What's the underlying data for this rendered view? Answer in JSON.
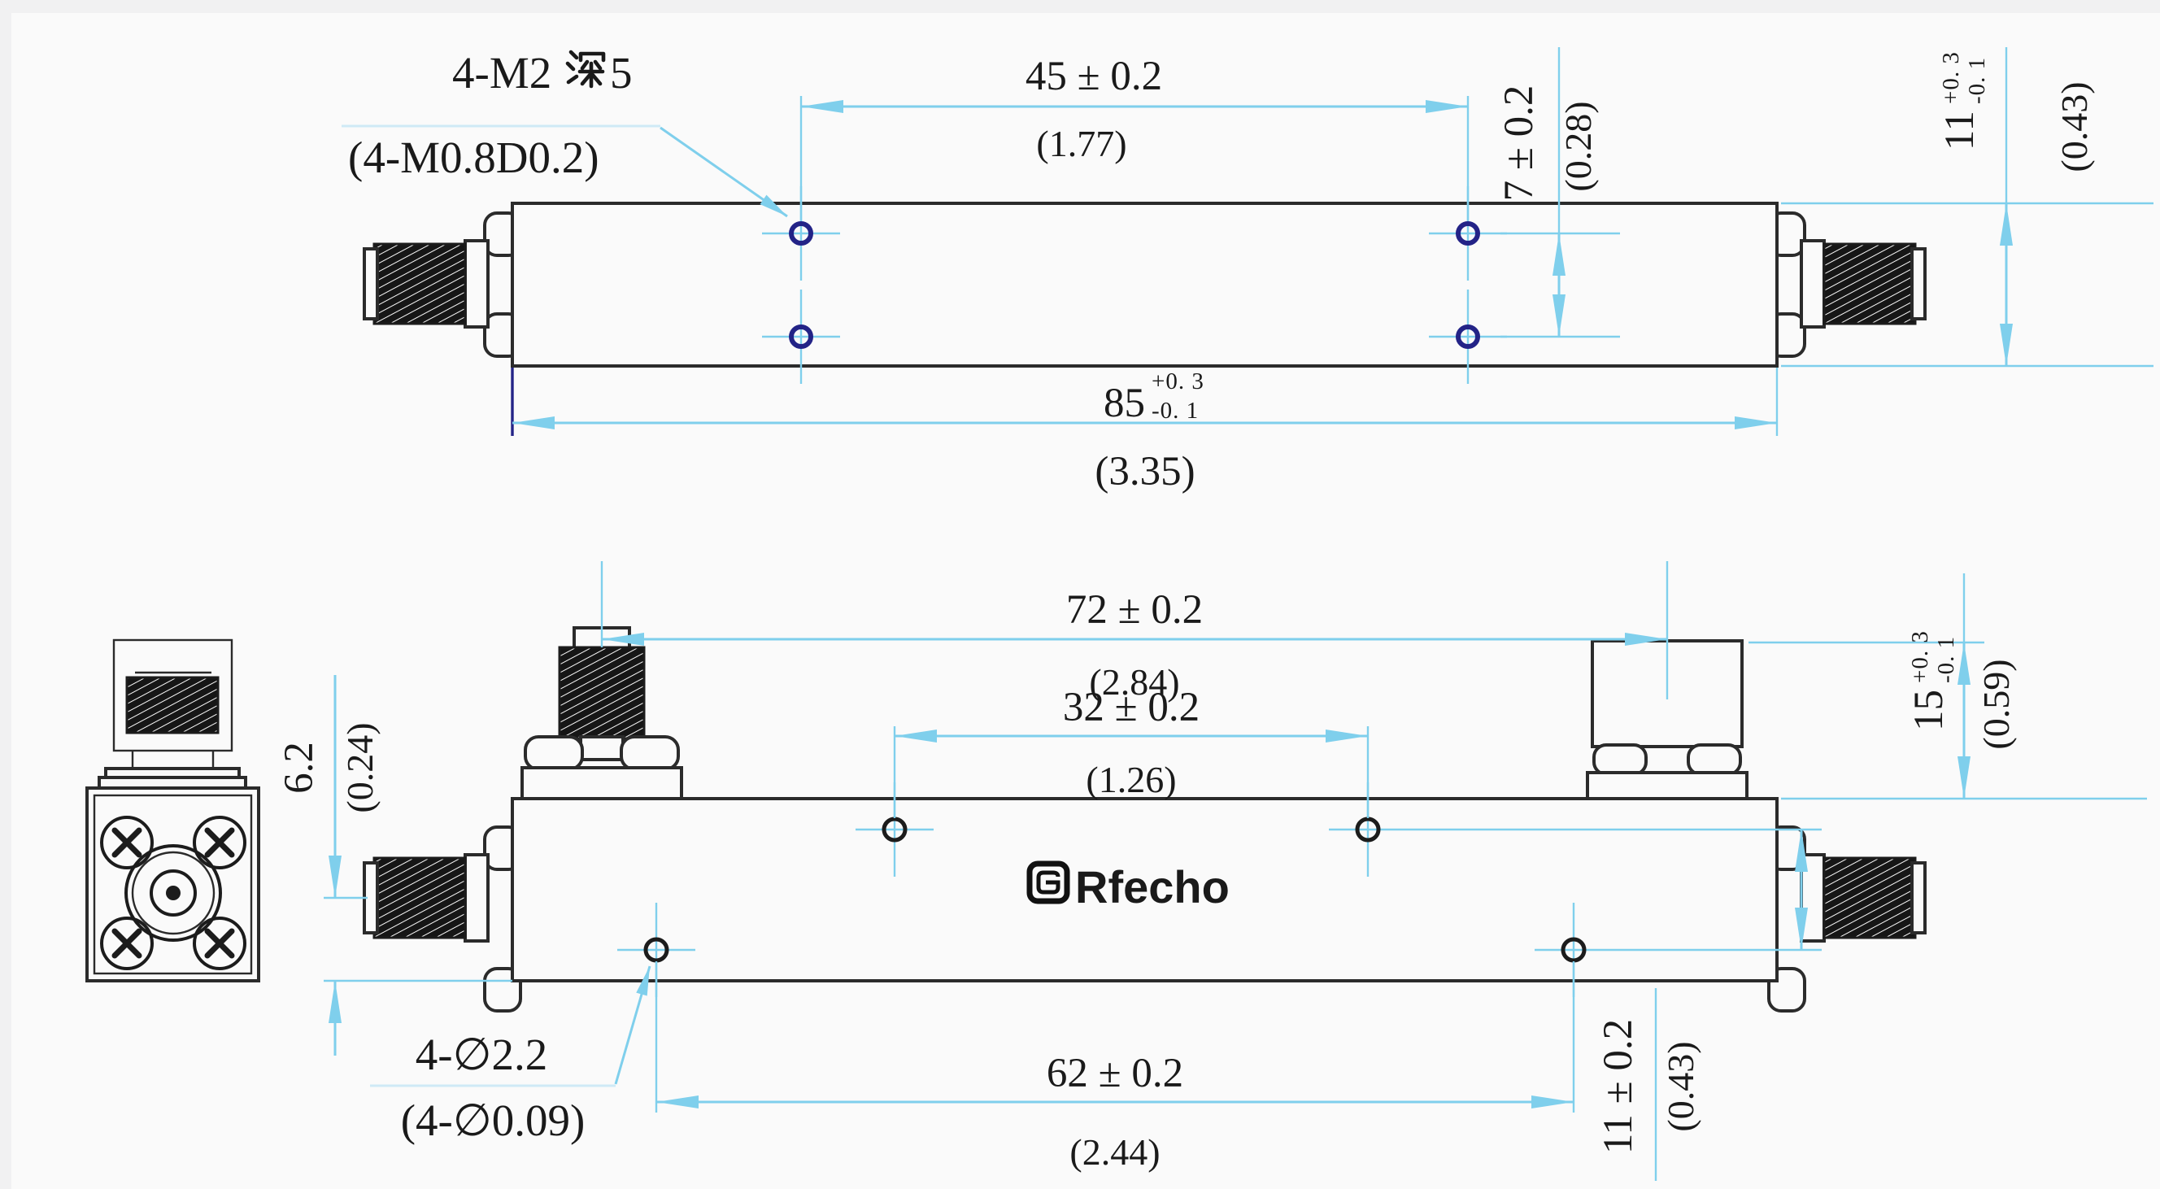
{
  "drawing_type": "dimensioned mechanical drawing of RF directional coupler",
  "logo": {
    "text": "Rfecho"
  },
  "colors": {
    "dimension_blue": "#7fcfec",
    "leader_pale": "#cfeaf6",
    "hole_navy": "#232387",
    "ink": "#2b2b2b",
    "background": "#f6f6f7"
  },
  "notes": {
    "tapped_holes": {
      "prefix": "4-M2",
      "cn": "深",
      "suffix": "5",
      "full": "4-M2深5",
      "alt": "(4-M0.8D0.2)"
    },
    "thru_holes": {
      "mm": "4-∅2.2",
      "inch": "(4-∅0.09)"
    }
  },
  "dims": {
    "d45": {
      "mm": "45 ± 0.2",
      "inch": "(1.77)"
    },
    "d7": {
      "mm": "7 ± 0.2",
      "inch": "(0.28)"
    },
    "d11_height": {
      "value": "11",
      "tol_plus": "+0. 3",
      "tol_minus": "-0. 1",
      "inch": "(0.43)"
    },
    "d85": {
      "value": "85",
      "tol_plus": "+0. 3",
      "tol_minus": "-0. 1",
      "inch": "(3.35)"
    },
    "d72": {
      "mm": "72 ± 0.2",
      "inch": "(2.84)"
    },
    "d32": {
      "mm": "32 ± 0.2",
      "inch": "(1.26)"
    },
    "d15": {
      "value": "15",
      "tol_plus": "+0. 3",
      "tol_minus": "-0. 1",
      "inch": "(0.59)"
    },
    "d6_2": {
      "mm": "6.2",
      "inch": "(0.24)"
    },
    "d62": {
      "mm": "62 ± 0.2",
      "inch": "(2.44)"
    },
    "d11_pitch": {
      "mm": "11 ± 0.2",
      "inch": "(0.43)"
    }
  }
}
